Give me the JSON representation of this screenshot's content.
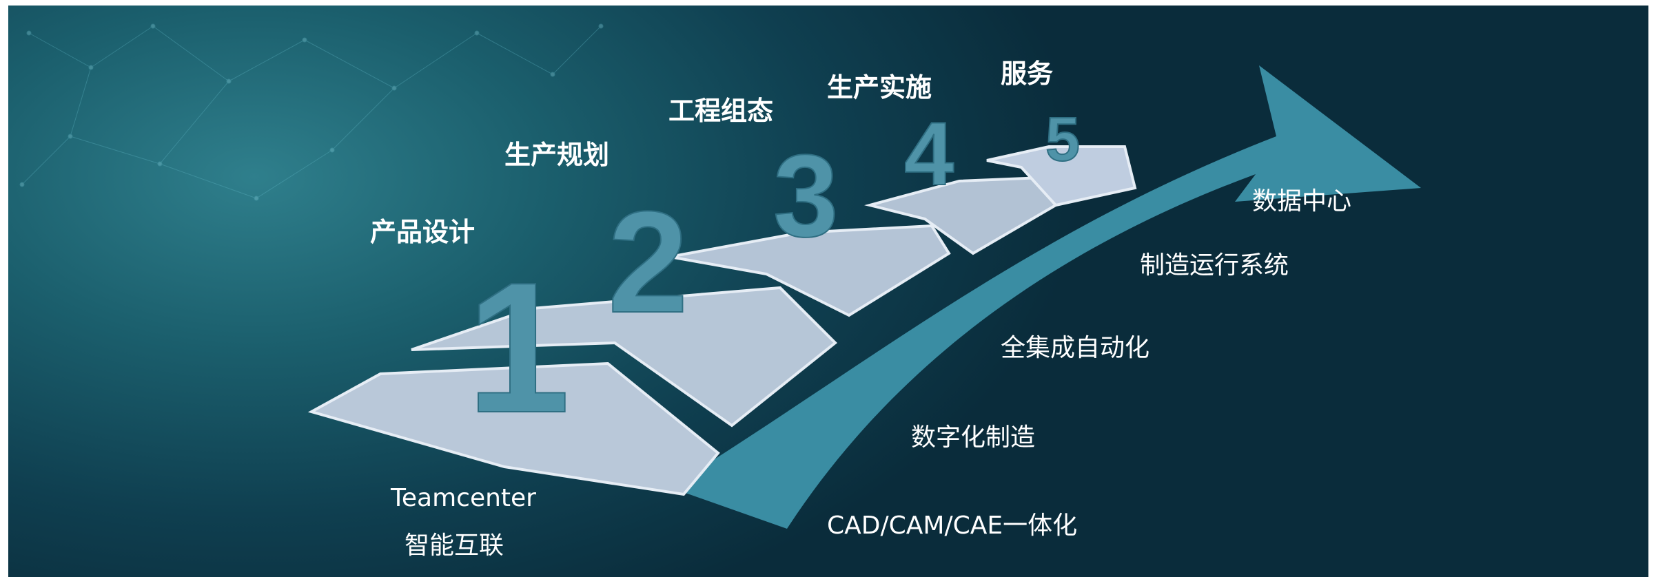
{
  "stages": [
    {
      "number": "1",
      "name": "产品设计"
    },
    {
      "number": "2",
      "name": "生产规划"
    },
    {
      "number": "3",
      "name": "工程组态"
    },
    {
      "number": "4",
      "name": "生产实施"
    },
    {
      "number": "5",
      "name": "服务"
    }
  ],
  "features": {
    "teamcenter_line1": "Teamcenter",
    "teamcenter_line2": "智能互联",
    "cad": "CAD/CAM/CAE一体化",
    "digital": "数字化制造",
    "automation": "全集成自动化",
    "mes": "制造运行系统",
    "datacenter": "数据中心"
  },
  "colors": {
    "background": "#0f3f50",
    "arrow": "#3a8da3",
    "step": "#b8c7d8",
    "number": "#4f93a8"
  }
}
